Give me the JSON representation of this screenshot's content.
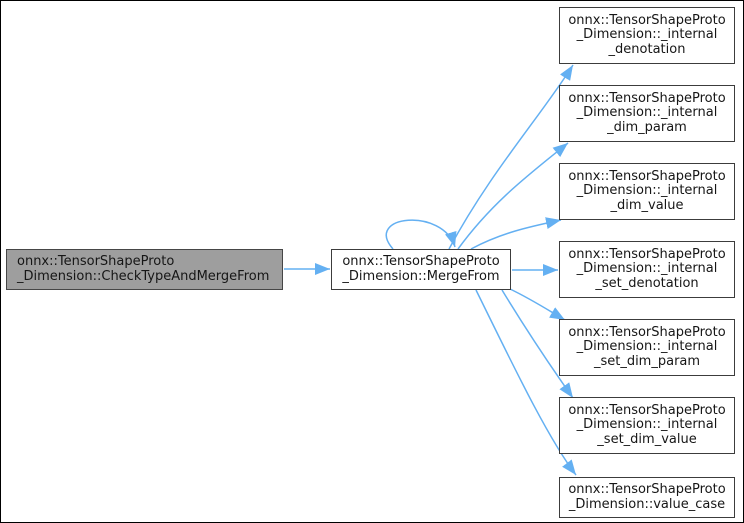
{
  "diagram": {
    "type": "doxygen-call-graph",
    "colors": {
      "edge": "#64b0f2",
      "root_fill": "#9e9e9e",
      "node_fill": "#ffffff",
      "node_border": "#3c3c3c",
      "text": "#161616"
    },
    "root": {
      "lines": [
        "onnx::TensorShapeProto",
        "_Dimension::CheckTypeAndMergeFrom"
      ]
    },
    "center": {
      "lines": [
        "onnx::TensorShapeProto",
        "_Dimension::MergeFrom"
      ],
      "self_call": true
    },
    "callees": [
      {
        "lines": [
          "onnx::TensorShapeProto",
          "_Dimension::_internal",
          "_denotation"
        ]
      },
      {
        "lines": [
          "onnx::TensorShapeProto",
          "_Dimension::_internal",
          "_dim_param"
        ]
      },
      {
        "lines": [
          "onnx::TensorShapeProto",
          "_Dimension::_internal",
          "_dim_value"
        ]
      },
      {
        "lines": [
          "onnx::TensorShapeProto",
          "_Dimension::_internal",
          "_set_denotation"
        ]
      },
      {
        "lines": [
          "onnx::TensorShapeProto",
          "_Dimension::_internal",
          "_set_dim_param"
        ]
      },
      {
        "lines": [
          "onnx::TensorShapeProto",
          "_Dimension::_internal",
          "_set_dim_value"
        ]
      },
      {
        "lines": [
          "onnx::TensorShapeProto",
          "_Dimension::value_case"
        ]
      }
    ]
  }
}
